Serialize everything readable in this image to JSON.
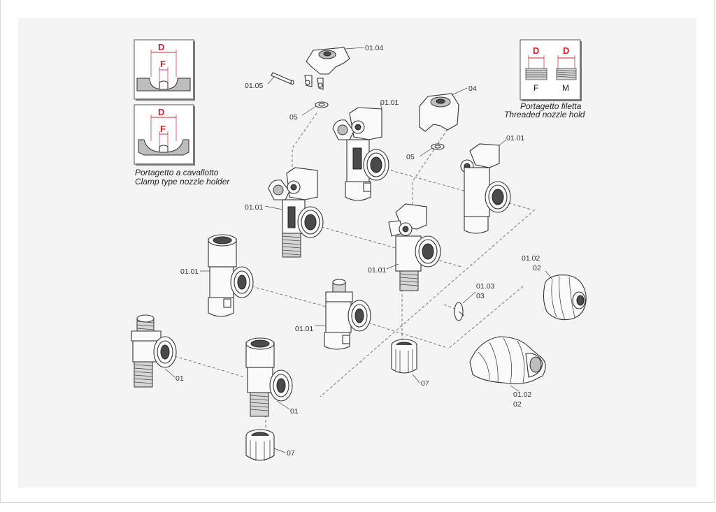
{
  "inset_clamp": {
    "top_d": "D",
    "top_f": "F",
    "bottom_d": "D",
    "bottom_f": "F",
    "caption_line1": "Portagetto a cavallotto",
    "caption_line2": "Clamp type nozzle holder"
  },
  "inset_threaded": {
    "d_left": "D",
    "d_right": "D",
    "f": "F",
    "m": "M",
    "caption_line1": "Portagetto filetta",
    "caption_line2": "Threaded nozzle hold"
  },
  "labels": {
    "l_0104": "01.04",
    "l_0105": "01.05",
    "l_05a": "05",
    "l_0101_top": "01.01",
    "l_04": "04",
    "l_05b": "05",
    "l_0101_right": "01.01",
    "l_0101_left": "01.01",
    "l_0101_center": "01.01",
    "l_0101_mid": "01.01",
    "l_0101_low": "01.01",
    "l_0102_top_a": "01.02",
    "l_0102_top_b": "02",
    "l_0103_a": "01.03",
    "l_0103_b": "03",
    "l_01_left": "01",
    "l_01_center": "01",
    "l_07_right": "07",
    "l_07_bottom": "07",
    "l_0102_bot_a": "01.02",
    "l_0102_bot_b": "02"
  },
  "colors": {
    "dimension": "#d0202a",
    "panel": "#f4f4f4",
    "line": "#333333"
  }
}
